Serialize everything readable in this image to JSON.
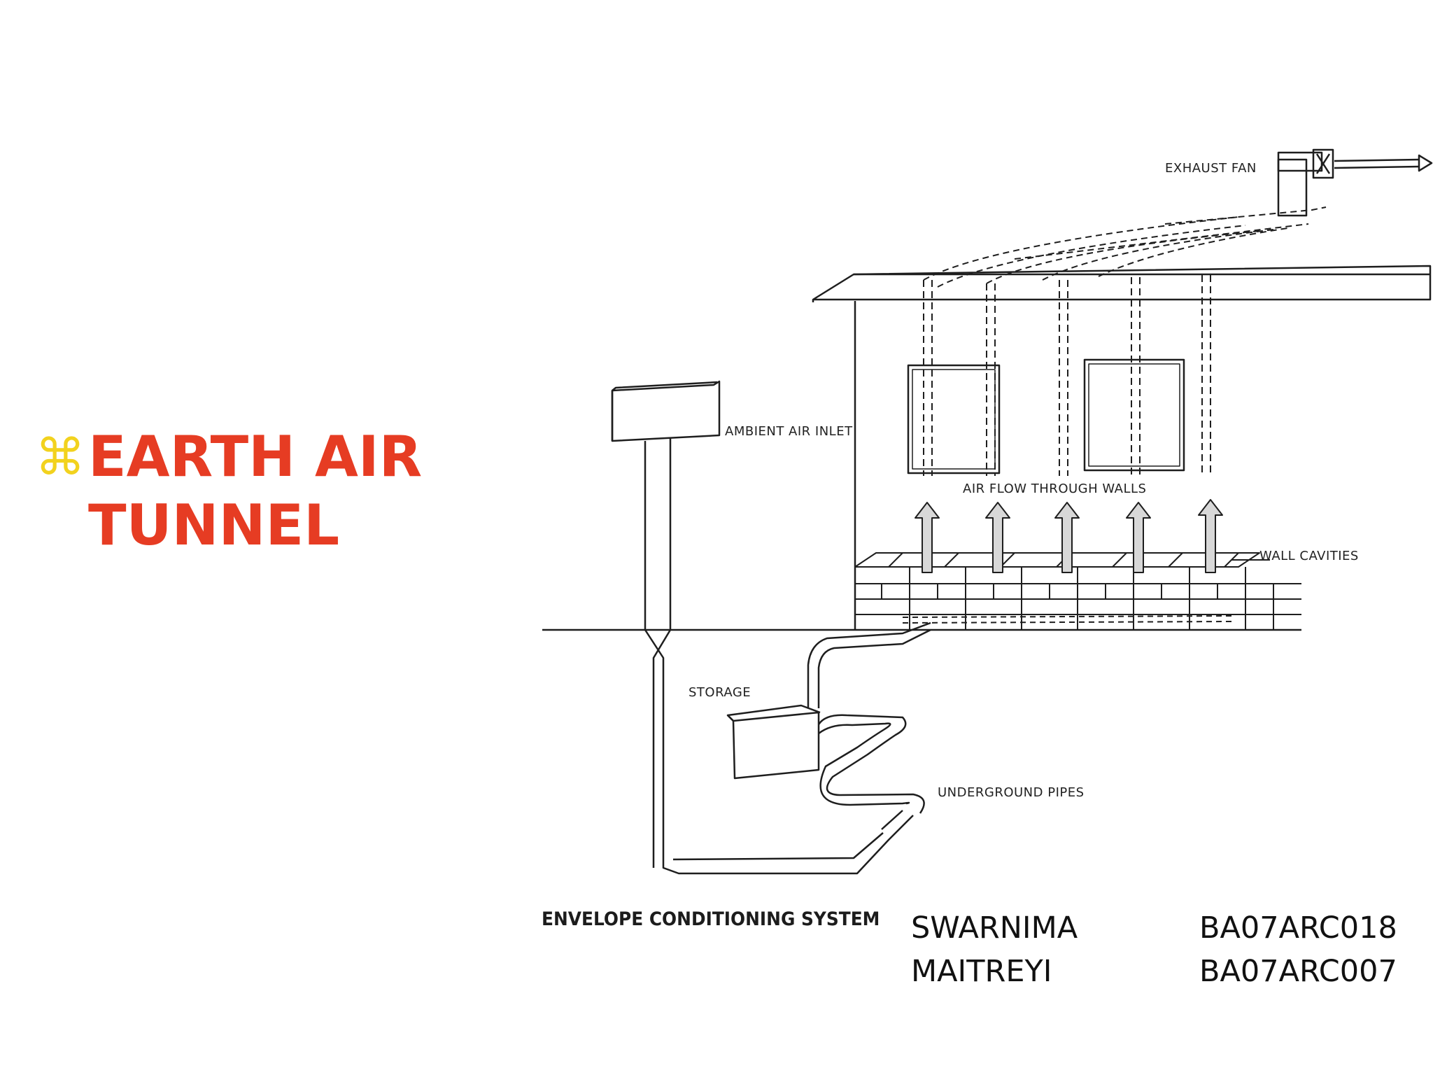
{
  "title": {
    "bullet_icon": "command-key-icon",
    "line1": "EARTH AIR",
    "line2": "TUNNEL",
    "color": "#e63c23",
    "bullet_color": "#f2d21e"
  },
  "diagram": {
    "labels": {
      "exhaust_fan": "EXHAUST FAN",
      "ambient_air_inlet": "AMBIENT AIR INLET",
      "air_flow": "AIR FLOW THROUGH WALLS",
      "wall_cavities": "WALL CAVITIES",
      "storage": "STORAGE",
      "underground_pipes": "UNDERGROUND PIPES"
    },
    "caption": "ENVELOPE CONDITIONING SYSTEM"
  },
  "credits": [
    {
      "name": "SWARNIMA",
      "id": "BA07ARC018"
    },
    {
      "name": "MAITREYI",
      "id": "BA07ARC007"
    }
  ]
}
